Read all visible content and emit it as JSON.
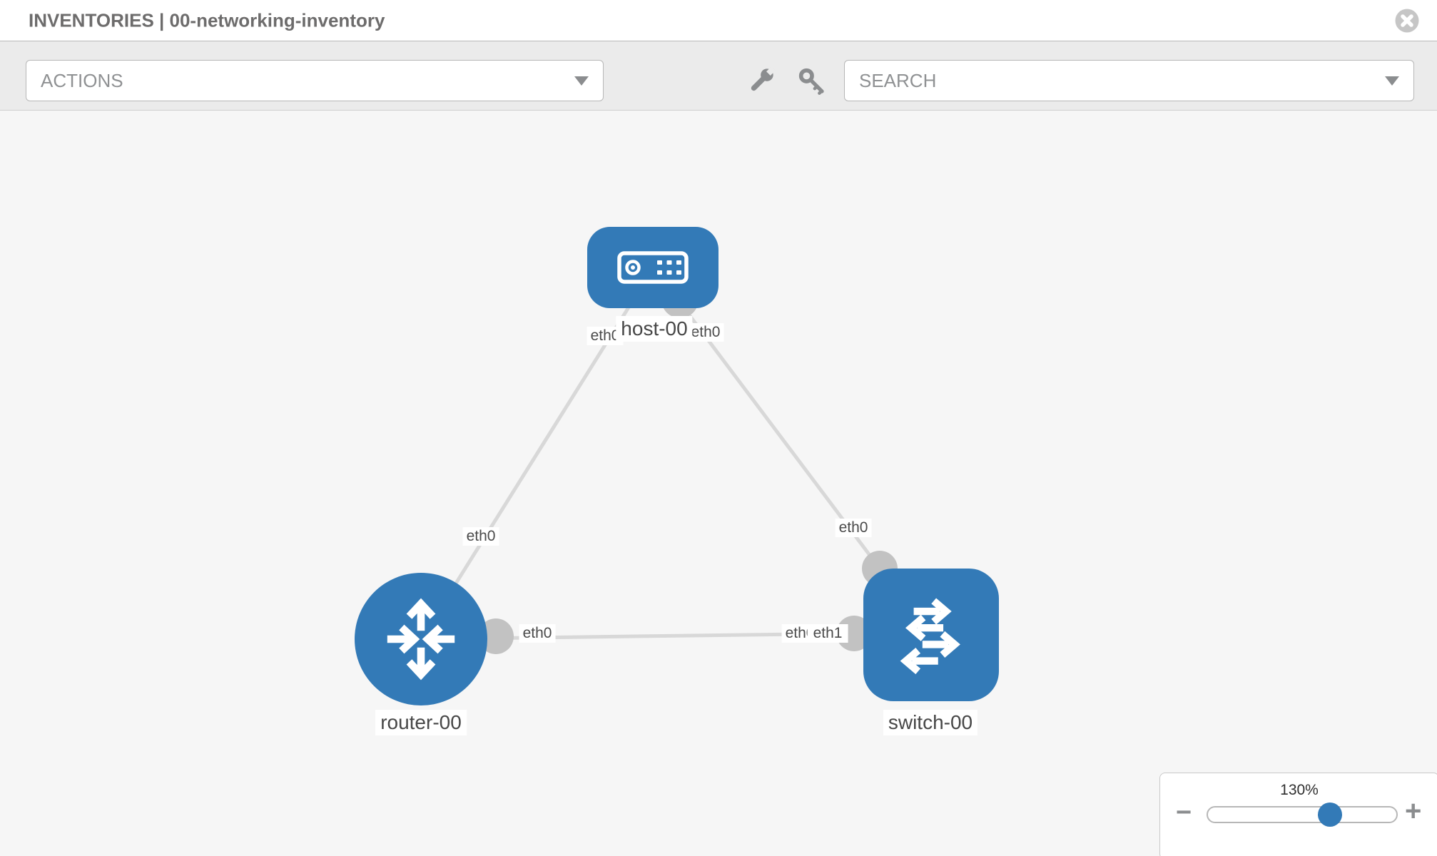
{
  "header": {
    "title": "INVENTORIES | 00-networking-inventory"
  },
  "toolbar": {
    "actions_dropdown": {
      "label": "ACTIONS"
    },
    "tool_icons": [
      "wrench-icon",
      "key-icon"
    ],
    "search_dropdown": {
      "placeholder": "SEARCH"
    }
  },
  "diagram": {
    "nodes": [
      {
        "name": "host-00",
        "type": "host",
        "icon": "host-icon"
      },
      {
        "name": "router-00",
        "type": "router",
        "icon": "router-icon"
      },
      {
        "name": "switch-00",
        "type": "switch",
        "icon": "switch-icon"
      }
    ],
    "links": [
      {
        "source": "host-00",
        "source_interface": "eth0",
        "target": "router-00",
        "target_interface": "eth0"
      },
      {
        "source": "host-00",
        "source_interface": "eth0",
        "target": "switch-00",
        "target_interface": "eth0"
      },
      {
        "source": "router-00",
        "source_interface": "eth0",
        "target": "switch-00",
        "target_interface": "eth1",
        "overlapped_interface_label": "eth0"
      }
    ]
  },
  "zoom_panel": {
    "level": "130%",
    "minus_label": "−",
    "plus_label": "+"
  },
  "colors": {
    "node_fill": "#337ab7",
    "link_stroke": "#d8d8d8",
    "connector_fill": "#c2c2c2",
    "toolbar_bg": "#ebebeb",
    "canvas_bg": "#f6f6f6",
    "icon_gray": "#8b8d8f",
    "title_text": "#6d6c6c",
    "label_text": "#4a4a4a"
  }
}
